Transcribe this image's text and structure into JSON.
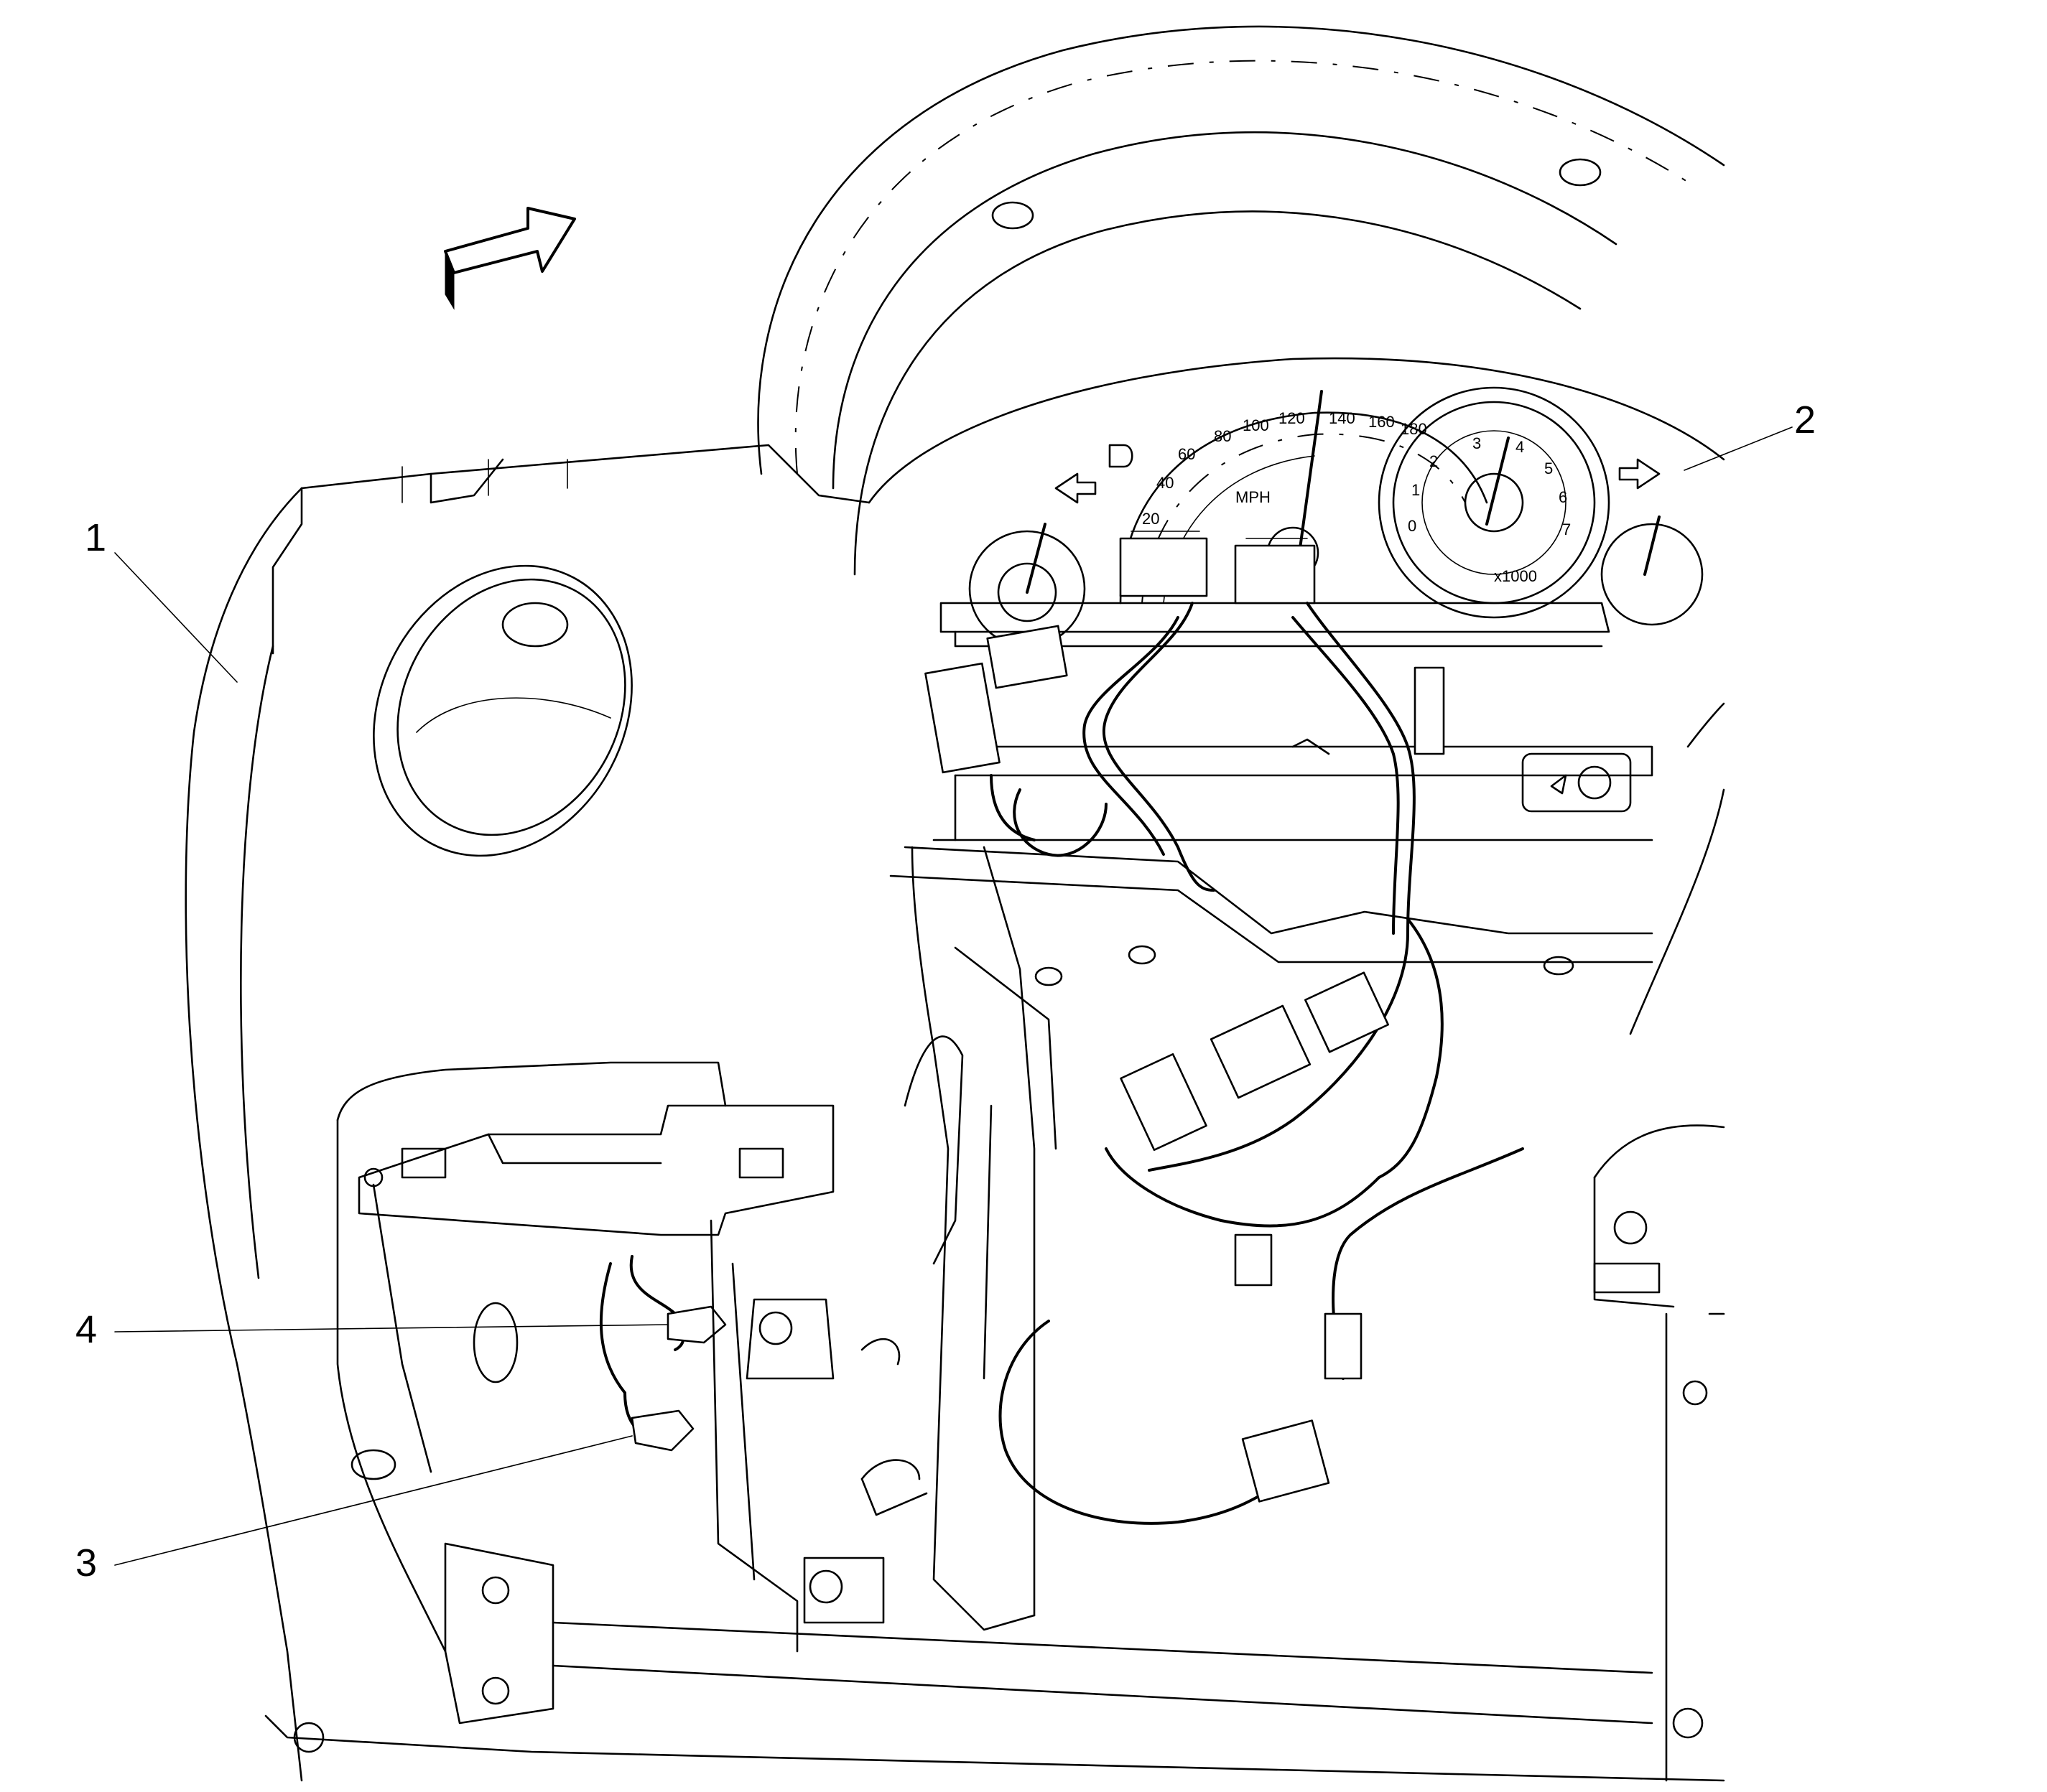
{
  "callouts": [
    {
      "id": "1",
      "label": "1"
    },
    {
      "id": "2",
      "label": "2"
    },
    {
      "id": "3",
      "label": "3"
    },
    {
      "id": "4",
      "label": "4"
    }
  ],
  "gauges": {
    "speedometer_ticks": [
      "20",
      "40",
      "60",
      "80",
      "100",
      "120",
      "140",
      "160",
      "180"
    ],
    "tachometer_ticks": [
      "0",
      "1",
      "2",
      "3",
      "4",
      "5",
      "6",
      "7"
    ],
    "speed_unit": "MPH",
    "tach_unit": "x1000"
  }
}
